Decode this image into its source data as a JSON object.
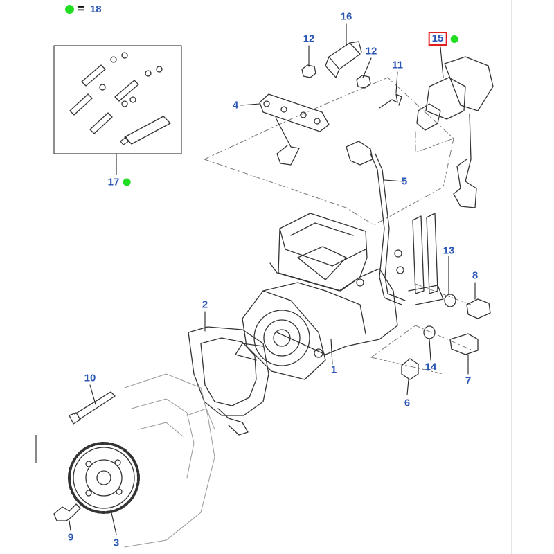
{
  "legend": {
    "dot": "green-dot-icon",
    "equals": "=",
    "value": "18"
  },
  "callouts": {
    "c1": "1",
    "c2": "2",
    "c3": "3",
    "c4": "4",
    "c5": "5",
    "c6": "6",
    "c7": "7",
    "c8": "8",
    "c9": "9",
    "c10": "10",
    "c11": "11",
    "c12a": "12",
    "c12b": "12",
    "c13": "13",
    "c14": "14",
    "c15": "15",
    "c16": "16",
    "c17": "17"
  },
  "colors": {
    "callout": "#2b56b5",
    "dot": "#22dd22",
    "highlight_box": "#e02020",
    "drawing": "#333333"
  }
}
